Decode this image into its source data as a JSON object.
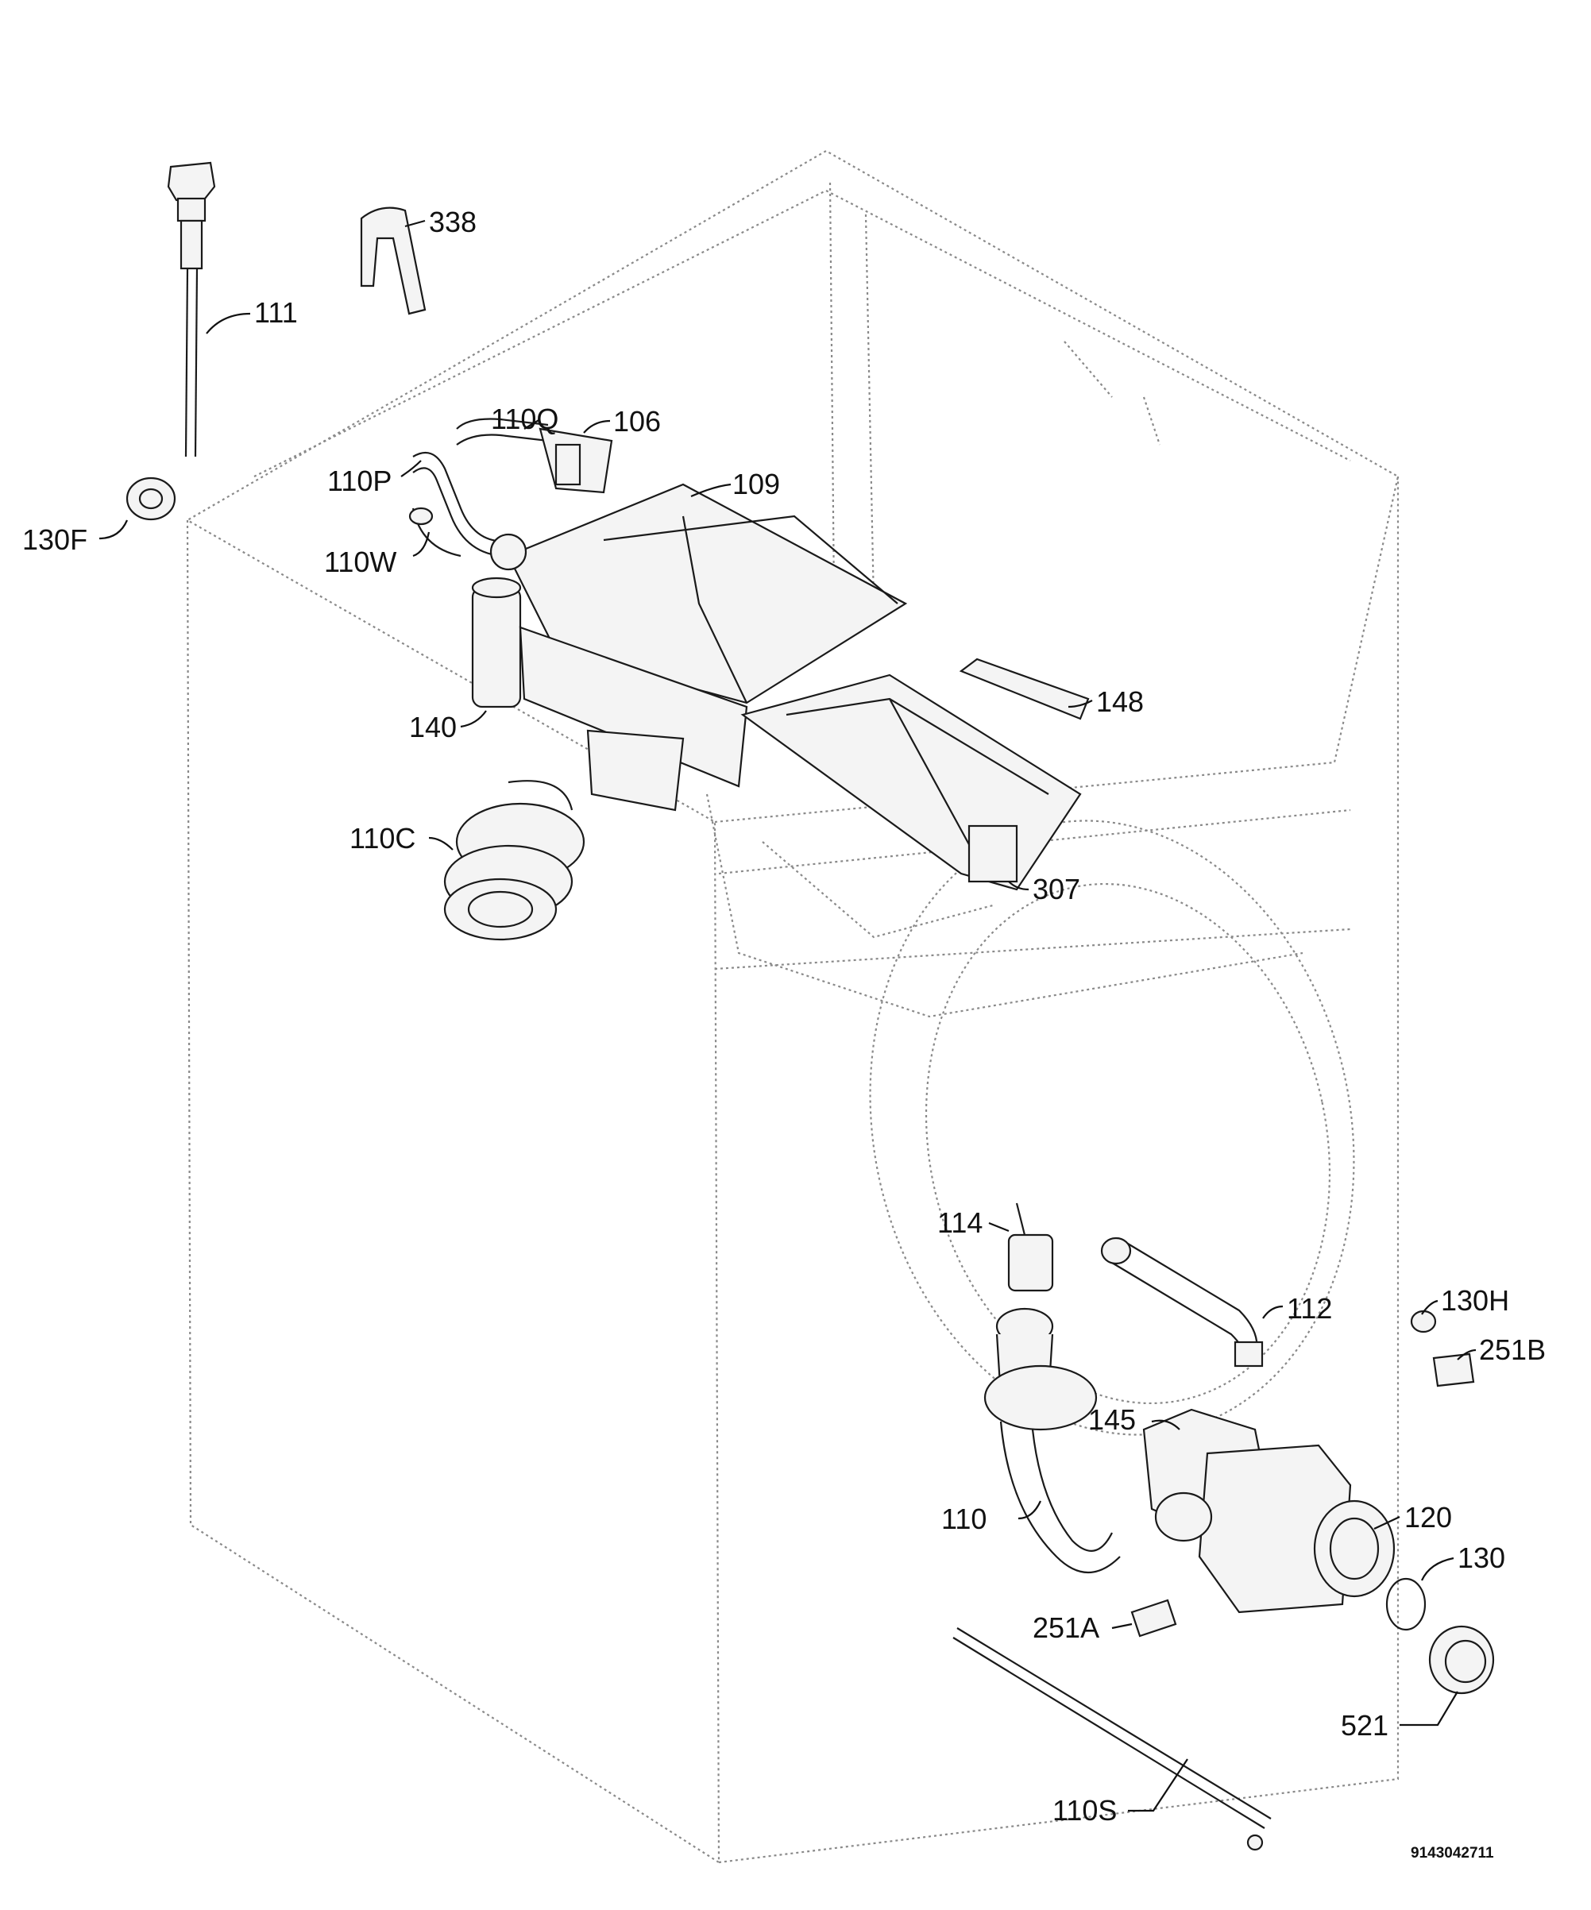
{
  "diagram": {
    "labels": {
      "p111": "111",
      "p338": "338",
      "p110Q": "110Q",
      "p106": "106",
      "p110P": "110P",
      "p109": "109",
      "p130F": "130F",
      "p110W": "110W",
      "p140": "140",
      "p148": "148",
      "p110C": "110C",
      "p307": "307",
      "p114": "114",
      "p112": "112",
      "p130H": "130H",
      "p251B": "251B",
      "p145": "145",
      "p110": "110",
      "p120": "120",
      "p130": "130",
      "p251A": "251A",
      "p521": "521",
      "p110S": "110S"
    },
    "drawing_code": "9143042711"
  }
}
